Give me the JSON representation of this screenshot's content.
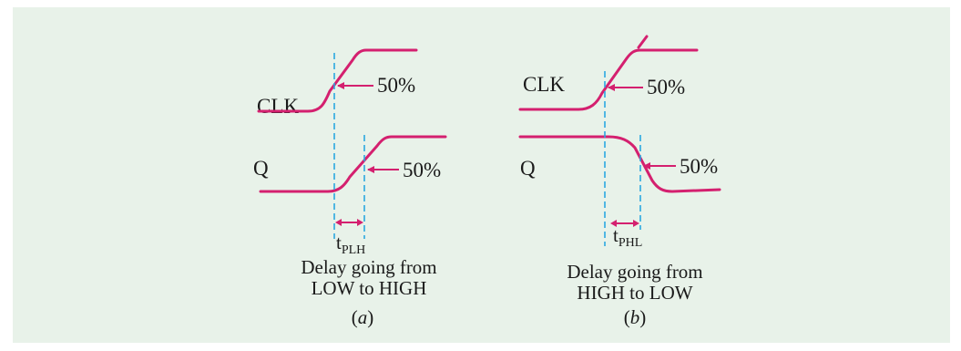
{
  "colors": {
    "background": "#e8f2e9",
    "signal": "#d4206f",
    "guide": "#2aa8e0",
    "text": "#1a1a1a"
  },
  "panel_a": {
    "clk_label": "CLK",
    "q_label": "Q",
    "clk_percent": "50%",
    "q_percent": "50%",
    "delay_symbol": "t",
    "delay_subscript": "PLH",
    "caption_line1": "Delay going from",
    "caption_line2": "LOW to HIGH",
    "tag": "a"
  },
  "panel_b": {
    "clk_label": "CLK",
    "q_label": "Q",
    "clk_percent": "50%",
    "q_percent": "50%",
    "delay_symbol": "t",
    "delay_subscript": "PHL",
    "caption_line1": "Delay going from",
    "caption_line2": "HIGH to LOW",
    "tag": "b"
  }
}
